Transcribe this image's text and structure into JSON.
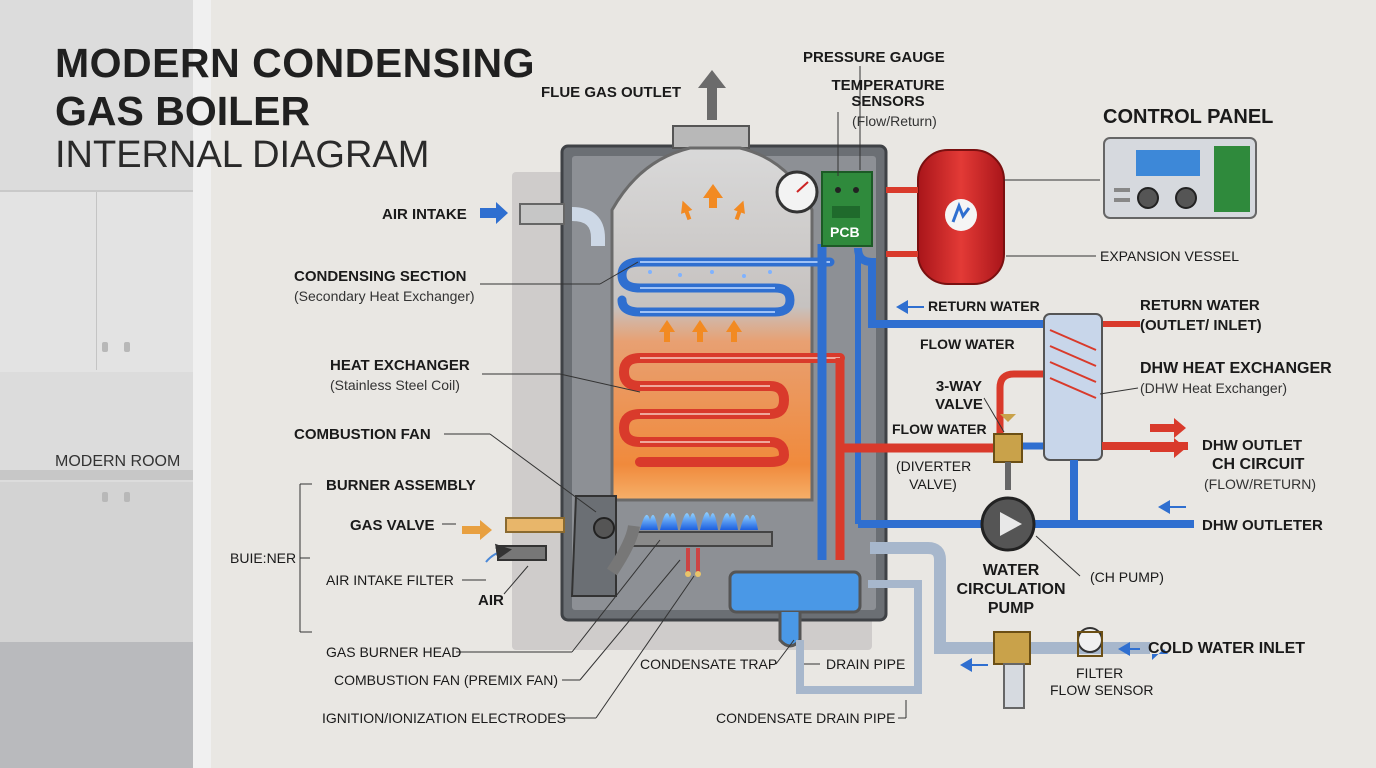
{
  "title": {
    "line1": "MODERN CONDENSING",
    "line2": "GAS BOILER",
    "line3": "INTERNAL DIAGRAM"
  },
  "background_label": "MODERN ROOM",
  "labels": {
    "flue_gas_outlet": "FLUE GAS OUTLET",
    "pressure_gauge": "PRESSURE GAUGE",
    "temperature_sensors": "TEMPERATURE SENSORS",
    "temperature_sensors_sub": "(Flow/Return)",
    "control_panel": "CONTROL PANEL",
    "air_intake": "AIR INTAKE",
    "pcb": "PCB",
    "expansion_vessel": "EXPANSION VESSEL",
    "condensing_section": "CONDENSING SECTION",
    "condensing_section_sub": "(Secondary Heat Exchanger)",
    "return_water_left": "RETURN WATER",
    "return_water_right": "RETURN WATER",
    "return_water_right_sub": "(OUTLET/ INLET)",
    "flow_water_top": "FLOW WATER",
    "heat_exchanger": "HEAT EXCHANGER",
    "heat_exchanger_sub": "(Stainless Steel Coil)",
    "three_way_valve": "3-WAY VALVE",
    "dhw_heat_exchanger": "DHW HEAT EXCHANGER",
    "dhw_heat_exchanger_sub": "(DHW Heat Exchanger)",
    "combustion_fan": "COMBUSTION FAN",
    "flow_water_mid": "FLOW WATER",
    "diverter_valve": "(DIVERTER VALVE)",
    "dhw_outlet": "DHW OUTLET",
    "ch_circuit": "CH CIRCUIT",
    "ch_circuit_sub": "(FLOW/RETURN)",
    "burner_assembly": "BURNER ASSEMBLY",
    "gas_valve": "GAS VALVE",
    "dhw_outleter": "DHW OUTLETER",
    "buiener": "BUIE:NER",
    "air_intake_filter": "AIR INTAKE FILTER",
    "air": "AIR",
    "water_circulation_pump": "WATER CIRCULATION PUMP",
    "ch_pump": "(CH PUMP)",
    "cold_water_inlet": "COLD WATER INLET",
    "filter": "FILTER",
    "flow_sensor": "FLOW SENSOR",
    "gas_burner_head": "GAS BURNER HEAD",
    "condensate_trap": "CONDENSATE TRAP",
    "drain_pipe": "DRAIN PIPE",
    "combustion_fan_premix": "COMBUSTION FAN (PREMIX FAN)",
    "ignition_electrodes": "IGNITION/IONIZATION ELECTRODES",
    "condensate_drain_pipe": "CONDENSATE DRAIN PIPE"
  },
  "colors": {
    "hot_pipe": "#d93a2b",
    "cold_pipe": "#2f6fd0",
    "casing": "#5f6368",
    "vessel": "#d3262a",
    "pcb": "#2f8a3c",
    "flame": "#3a8cff"
  },
  "icons": [
    "arrow-up-icon",
    "arrow-right-icon",
    "arrow-left-icon",
    "play-icon",
    "gauge-icon"
  ]
}
